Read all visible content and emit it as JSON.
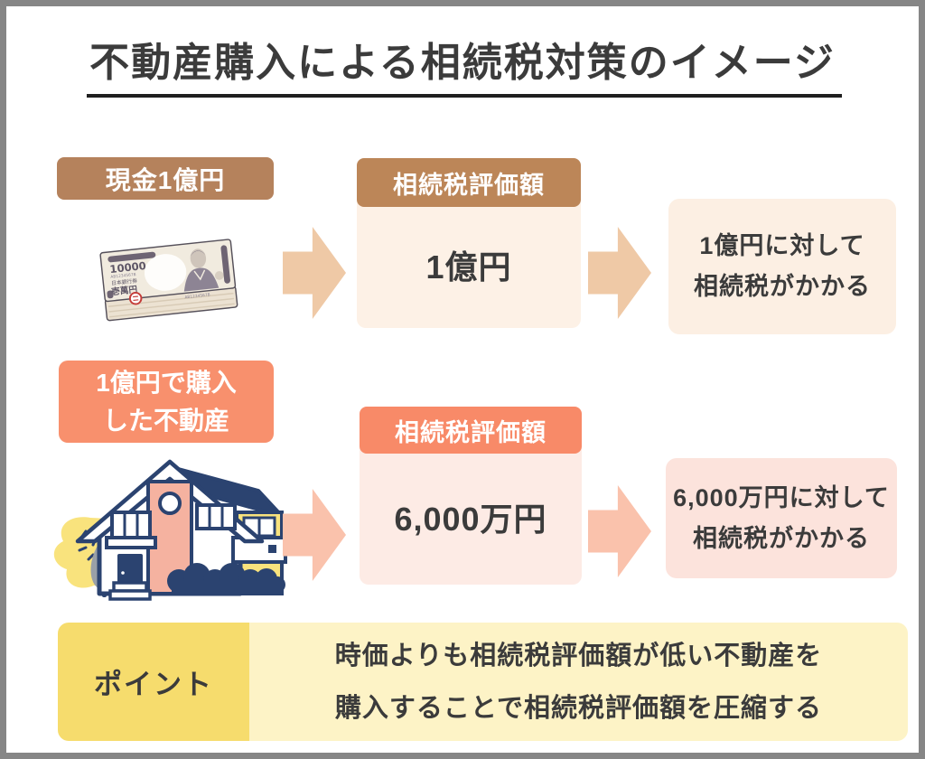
{
  "title": {
    "text": "不動産購入による相続税対策のイメージ"
  },
  "cash_row": {
    "label": "現金1億円",
    "valuation_header": "相続税評価額",
    "valuation_value": "1億円",
    "result_line1": "1億円に対して",
    "result_line2": "相続税がかかる"
  },
  "property_row": {
    "label_line1": "1億円で購入",
    "label_line2": "した不動産",
    "valuation_header": "相続税評価額",
    "valuation_value": "6,000万円",
    "result_line1": "6,000万円に対して",
    "result_line2": "相続税がかかる"
  },
  "point": {
    "label": "ポイント",
    "line1": "時価よりも相続税評価額が低い不動産を",
    "line2": "購入することで相続税評価額を圧縮する"
  },
  "icons": {
    "money_stack": "money-stack-illustration",
    "house": "house-illustration",
    "flow_arrow": "right-arrow-icon"
  },
  "colors": {
    "brown_tag": "#b5825c",
    "brown_header": "#bc8658",
    "cream_box": "#fdf1e6",
    "cream_result": "#fcefe3",
    "tan_arrow": "#efc9a6",
    "salmon_tag": "#f8906d",
    "salmon_header": "#f88a68",
    "pink_box": "#fdebe5",
    "pink_result": "#fce3dc",
    "pink_arrow": "#fac2ac",
    "yellow_dark": "#f6dc6d",
    "yellow_light": "#fdf3c6",
    "text_dark": "#3b3b3b",
    "frame_gray": "#868686",
    "illustration_navy": "#2b4370",
    "illustration_salmon": "#f5b2a0",
    "illustration_yellow": "#f9e37d"
  }
}
